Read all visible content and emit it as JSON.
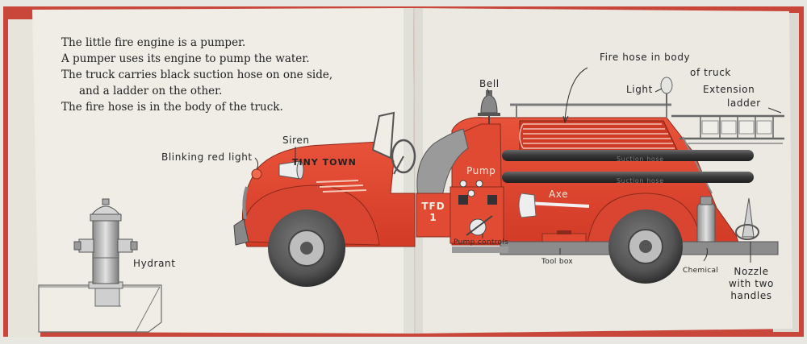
{
  "story": {
    "lines": [
      "The little fire engine is a pumper.",
      "A pumper uses its engine to pump the water.",
      "The truck carries black suction hose on one side,",
      "and a ladder on the other.",
      "The fire hose is in the body of the truck."
    ]
  },
  "labels": {
    "siren": "Siren",
    "blinking_light": "Blinking red light",
    "hydrant": "Hydrant",
    "bell": "Bell",
    "fire_hose_line1": "Fire hose in body",
    "fire_hose_line2": "of truck",
    "light": "Light",
    "extension_line1": "Extension",
    "extension_line2": "ladder",
    "pump": "Pump",
    "axe": "Axe",
    "suction_hose": "Suction hose",
    "pump_controls": "Pump controls",
    "tool_box": "Tool box",
    "chemical": "Chemical",
    "nozzle_line1": "Nozzle",
    "nozzle_line2": "with two",
    "nozzle_line3": "handles"
  },
  "truck": {
    "plate": "TINY TOWN",
    "door_line1": "TFD",
    "door_line2": "1"
  },
  "colors": {
    "truck_red": "#e2452e",
    "paper": "#efede6",
    "ink": "#262626"
  }
}
